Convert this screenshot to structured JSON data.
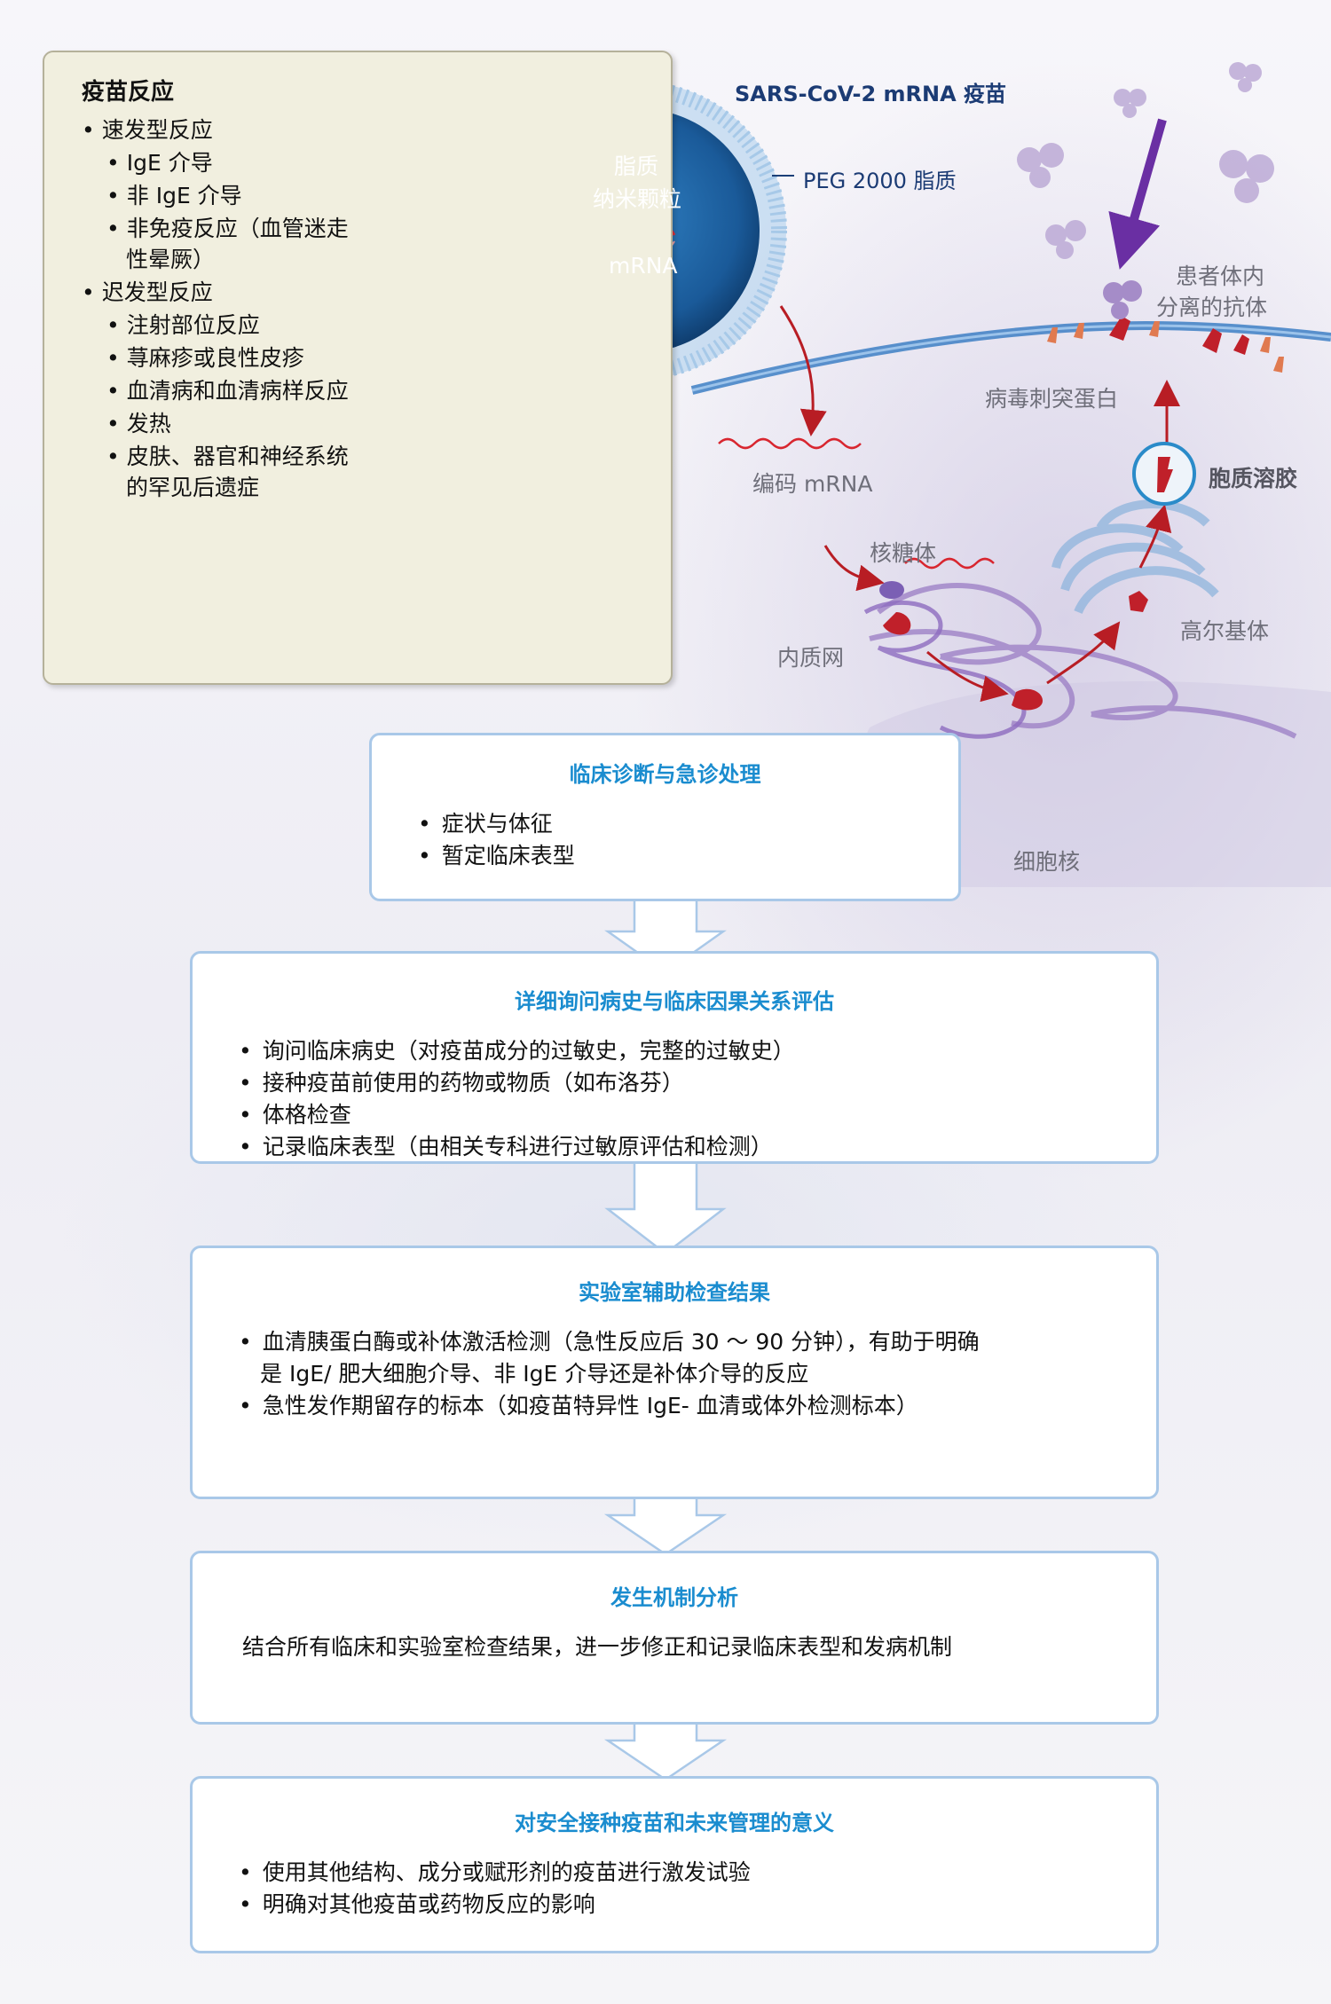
{
  "reaction_panel": {
    "title": "疫苗反应",
    "items": [
      {
        "text": "速发型反应",
        "level": 1
      },
      {
        "text": "IgE 介导",
        "level": 2
      },
      {
        "text": "非 IgE 介导",
        "level": 2
      },
      {
        "text": "非免疫反应（血管迷走",
        "level": 2
      },
      {
        "text": "性晕厥）",
        "level": 2,
        "cont": true
      },
      {
        "text": "迟发型反应",
        "level": 1
      },
      {
        "text": "注射部位反应",
        "level": 2
      },
      {
        "text": "荨麻疹或良性皮疹",
        "level": 2
      },
      {
        "text": "血清病和血清病样反应",
        "level": 2
      },
      {
        "text": "发热",
        "level": 2
      },
      {
        "text": "皮肤、器官和神经系统",
        "level": 2
      },
      {
        "text": "的罕见后遗症",
        "level": 2,
        "cont": true
      }
    ]
  },
  "illustration": {
    "vaccine_label": "SARS-CoV-2 mRNA 疫苗",
    "nanoparticle_line1": "脂质",
    "nanoparticle_line2": "纳米颗粒",
    "mrna_label": "mRNA",
    "peg_label": "PEG 2000 脂质",
    "antibody_line1": "患者体内",
    "antibody_line2": "分离的抗体",
    "spike_label": "病毒刺突蛋白",
    "encoded_mrna": "编码 mRNA",
    "ribosome": "核糖体",
    "cytoplasm": "胞质溶胶",
    "er": "内质网",
    "golgi": "高尔基体",
    "nucleus": "细胞核"
  },
  "flow": [
    {
      "title": "临床诊断与急诊处理",
      "items": [
        "症状与体征",
        "暂定临床表型"
      ]
    },
    {
      "title": "详细询问病史与临床因果关系评估",
      "items": [
        "询问临床病史（对疫苗成分的过敏史，完整的过敏史）",
        "接种疫苗前使用的药物或物质（如布洛芬）",
        "体格检查",
        "记录临床表型（由相关专科进行过敏原评估和检测）"
      ]
    },
    {
      "title": "实验室辅助检查结果",
      "items": [
        "血清胰蛋白酶或补体激活检测（急性反应后 30 ～ 90 分钟），有助于明确",
        "是 IgE/ 肥大细胞介导、非 IgE 介导还是补体介导的反应",
        "急性发作期留存的标本（如疫苗特异性 IgE- 血清或体外检测标本）"
      ]
    },
    {
      "title": "发生机制分析",
      "items": [
        "结合所有临床和实验室检查结果，进一步修正和记录临床表型和发病机制"
      ]
    },
    {
      "title": "对安全接种疫苗和未来管理的意义",
      "items": [
        "使用其他结构、成分或赋形剂的疫苗进行激发试验",
        "明确对其他疫苗或药物反应的影响"
      ]
    }
  ]
}
